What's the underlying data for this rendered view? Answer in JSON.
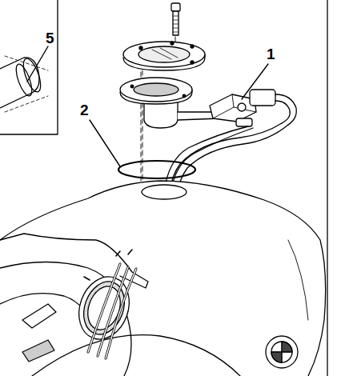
{
  "diagram": {
    "labels": [
      "5",
      "1",
      "2"
    ]
  }
}
